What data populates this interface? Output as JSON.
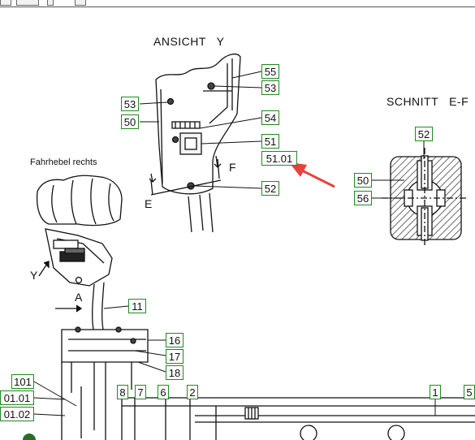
{
  "titles": {
    "ansicht": "ANSICHT   Y",
    "schnitt": "SCHNITT   E-F",
    "fahrhebel": "Fahrhebel rechts"
  },
  "letters": {
    "e": "E",
    "f": "F",
    "y": "Y",
    "a": "A"
  },
  "callouts": {
    "c55": "55",
    "c53a": "53",
    "c53b": "53",
    "c50a": "50",
    "c54": "54",
    "c51": "51",
    "c5101": "51.01",
    "c52a": "52",
    "c52b": "52",
    "c50b": "50",
    "c56": "56",
    "c11": "11",
    "c16": "16",
    "c17": "17",
    "c18": "18",
    "c101": "101",
    "c0101": "01.01",
    "c0102": "01.02",
    "c8": "8",
    "c7": "7",
    "c6": "6",
    "c2": "2",
    "c1": "1",
    "c5": "5"
  },
  "colors": {
    "callout_border": "#1f8a1f",
    "arrow": "#e8413c",
    "line": "#111111"
  }
}
